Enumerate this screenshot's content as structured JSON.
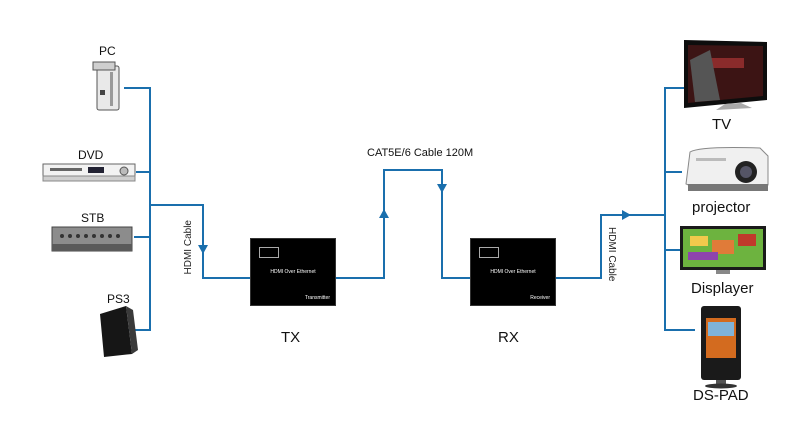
{
  "sources": [
    "PC",
    "DVD",
    "STB",
    "PS3"
  ],
  "transmitter": {
    "model_text": "HDMI Over Ethernet",
    "role_text": "Transmitter",
    "label": "TX"
  },
  "receiver": {
    "model_text": "HDMI Over Ethernet",
    "role_text": "Receiver",
    "label": "RX"
  },
  "link_label": "CAT5E/6 Cable 120M",
  "left_cable_label": "HDMI Cable",
  "right_cable_label": "HDMI Cable",
  "displays": [
    "TV",
    "projector",
    "Displayer",
    "DS-PAD"
  ],
  "colors": {
    "wire": "#1a6fad",
    "device": "#000000"
  }
}
